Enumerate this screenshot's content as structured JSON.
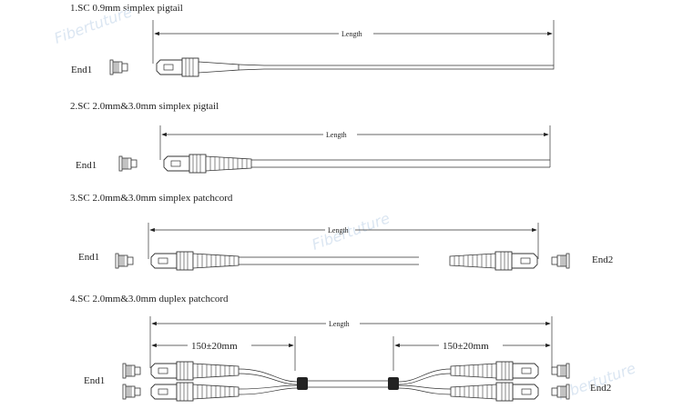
{
  "watermark": "Fibertuture",
  "sections": [
    {
      "title": "1.SC 0.9mm simplex pigtail",
      "length_label": "Length",
      "end_left": "End1"
    },
    {
      "title": "2.SC 2.0mm&3.0mm simplex pigtail",
      "length_label": "Length",
      "end_left": "End1"
    },
    {
      "title": "3.SC 2.0mm&3.0mm simplex patchcord",
      "length_label": "Length",
      "end_left": "End1",
      "end_right": "End2"
    },
    {
      "title": "4.SC 2.0mm&3.0mm duplex patchcord",
      "length_label": "Length",
      "end_left": "End1",
      "end_right": "End2",
      "breakout_left": "150±20mm",
      "breakout_right": "150±20mm"
    }
  ]
}
